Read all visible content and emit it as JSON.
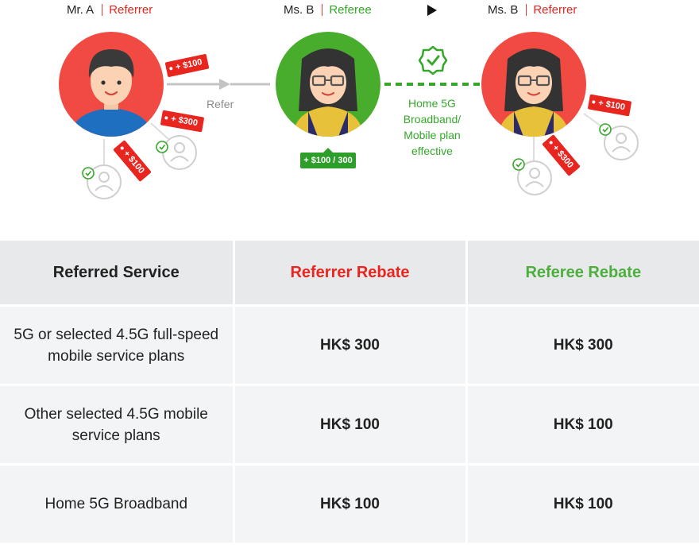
{
  "people": {
    "mr_a": {
      "name": "Mr. A",
      "role": "Referrer"
    },
    "ms_b_referee": {
      "name": "Ms. B",
      "role": "Referee"
    },
    "ms_b_referrer": {
      "name": "Ms. B",
      "role": "Referrer"
    }
  },
  "flow": {
    "refer_label": "Refer",
    "effective_label": "Home 5G Broadband/ Mobile plan effective",
    "referee_reward": "+ $100 / 300"
  },
  "tags": {
    "mr_a": [
      "+ $100",
      "+ $300",
      "+ $100"
    ],
    "ms_b": [
      "+ $100",
      "+ $300"
    ]
  },
  "table": {
    "headers": [
      "Referred Service",
      "Referrer Rebate",
      "Referee Rebate"
    ],
    "rows": [
      {
        "service": "5G or selected 4.5G full-speed mobile service plans",
        "referrer": "HK$ 300",
        "referee": "HK$ 300"
      },
      {
        "service": "Other selected 4.5G mobile service plans",
        "referrer": "HK$ 100",
        "referee": "HK$ 100"
      },
      {
        "service": "Home 5G Broadband",
        "referrer": "HK$ 100",
        "referee": "HK$ 100"
      }
    ]
  },
  "colors": {
    "red": "#e8251f",
    "green": "#35a82a",
    "header_bg": "#e8e9eb",
    "row_bg": "#f3f4f6"
  }
}
